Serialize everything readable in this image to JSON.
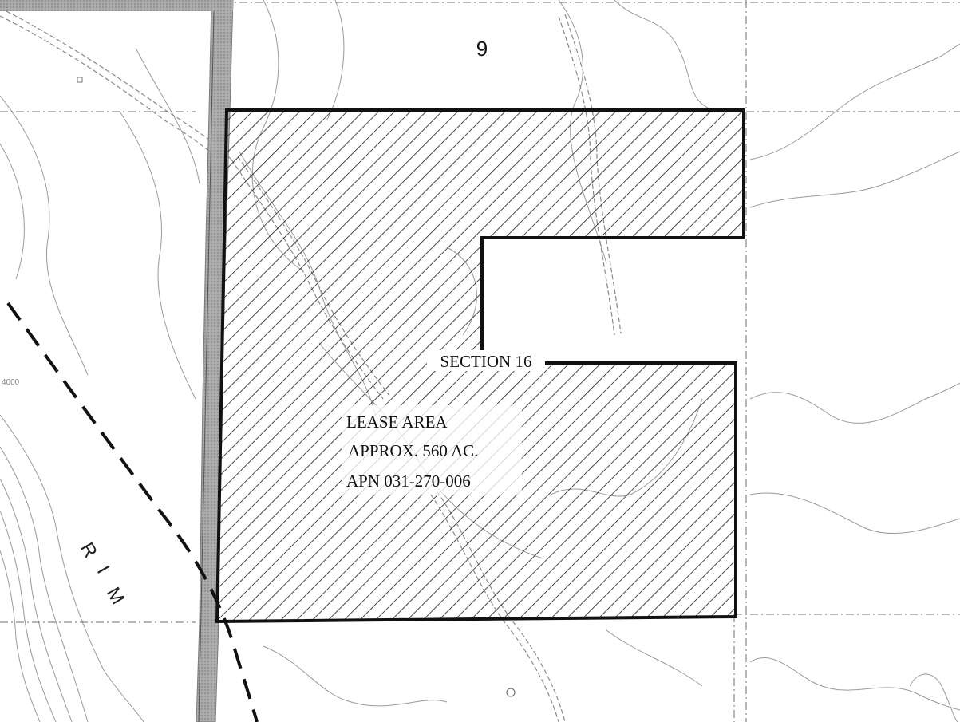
{
  "map": {
    "section_number": "9",
    "section_label": "SECTION 16",
    "lease_label": {
      "line1": "LEASE AREA",
      "line2": "APPROX. 560 AC.",
      "line3": "APN 031-270-006"
    },
    "rim_label": [
      "R",
      "I",
      "M"
    ],
    "contour_label": "4000",
    "colors": {
      "boundary": "#111111",
      "hatch": "#1a1a1a",
      "contour": "#9a9a9a",
      "road": "#8a8a8a",
      "gray_band": "#a9a9a9",
      "dashed_line": "#111111"
    }
  }
}
